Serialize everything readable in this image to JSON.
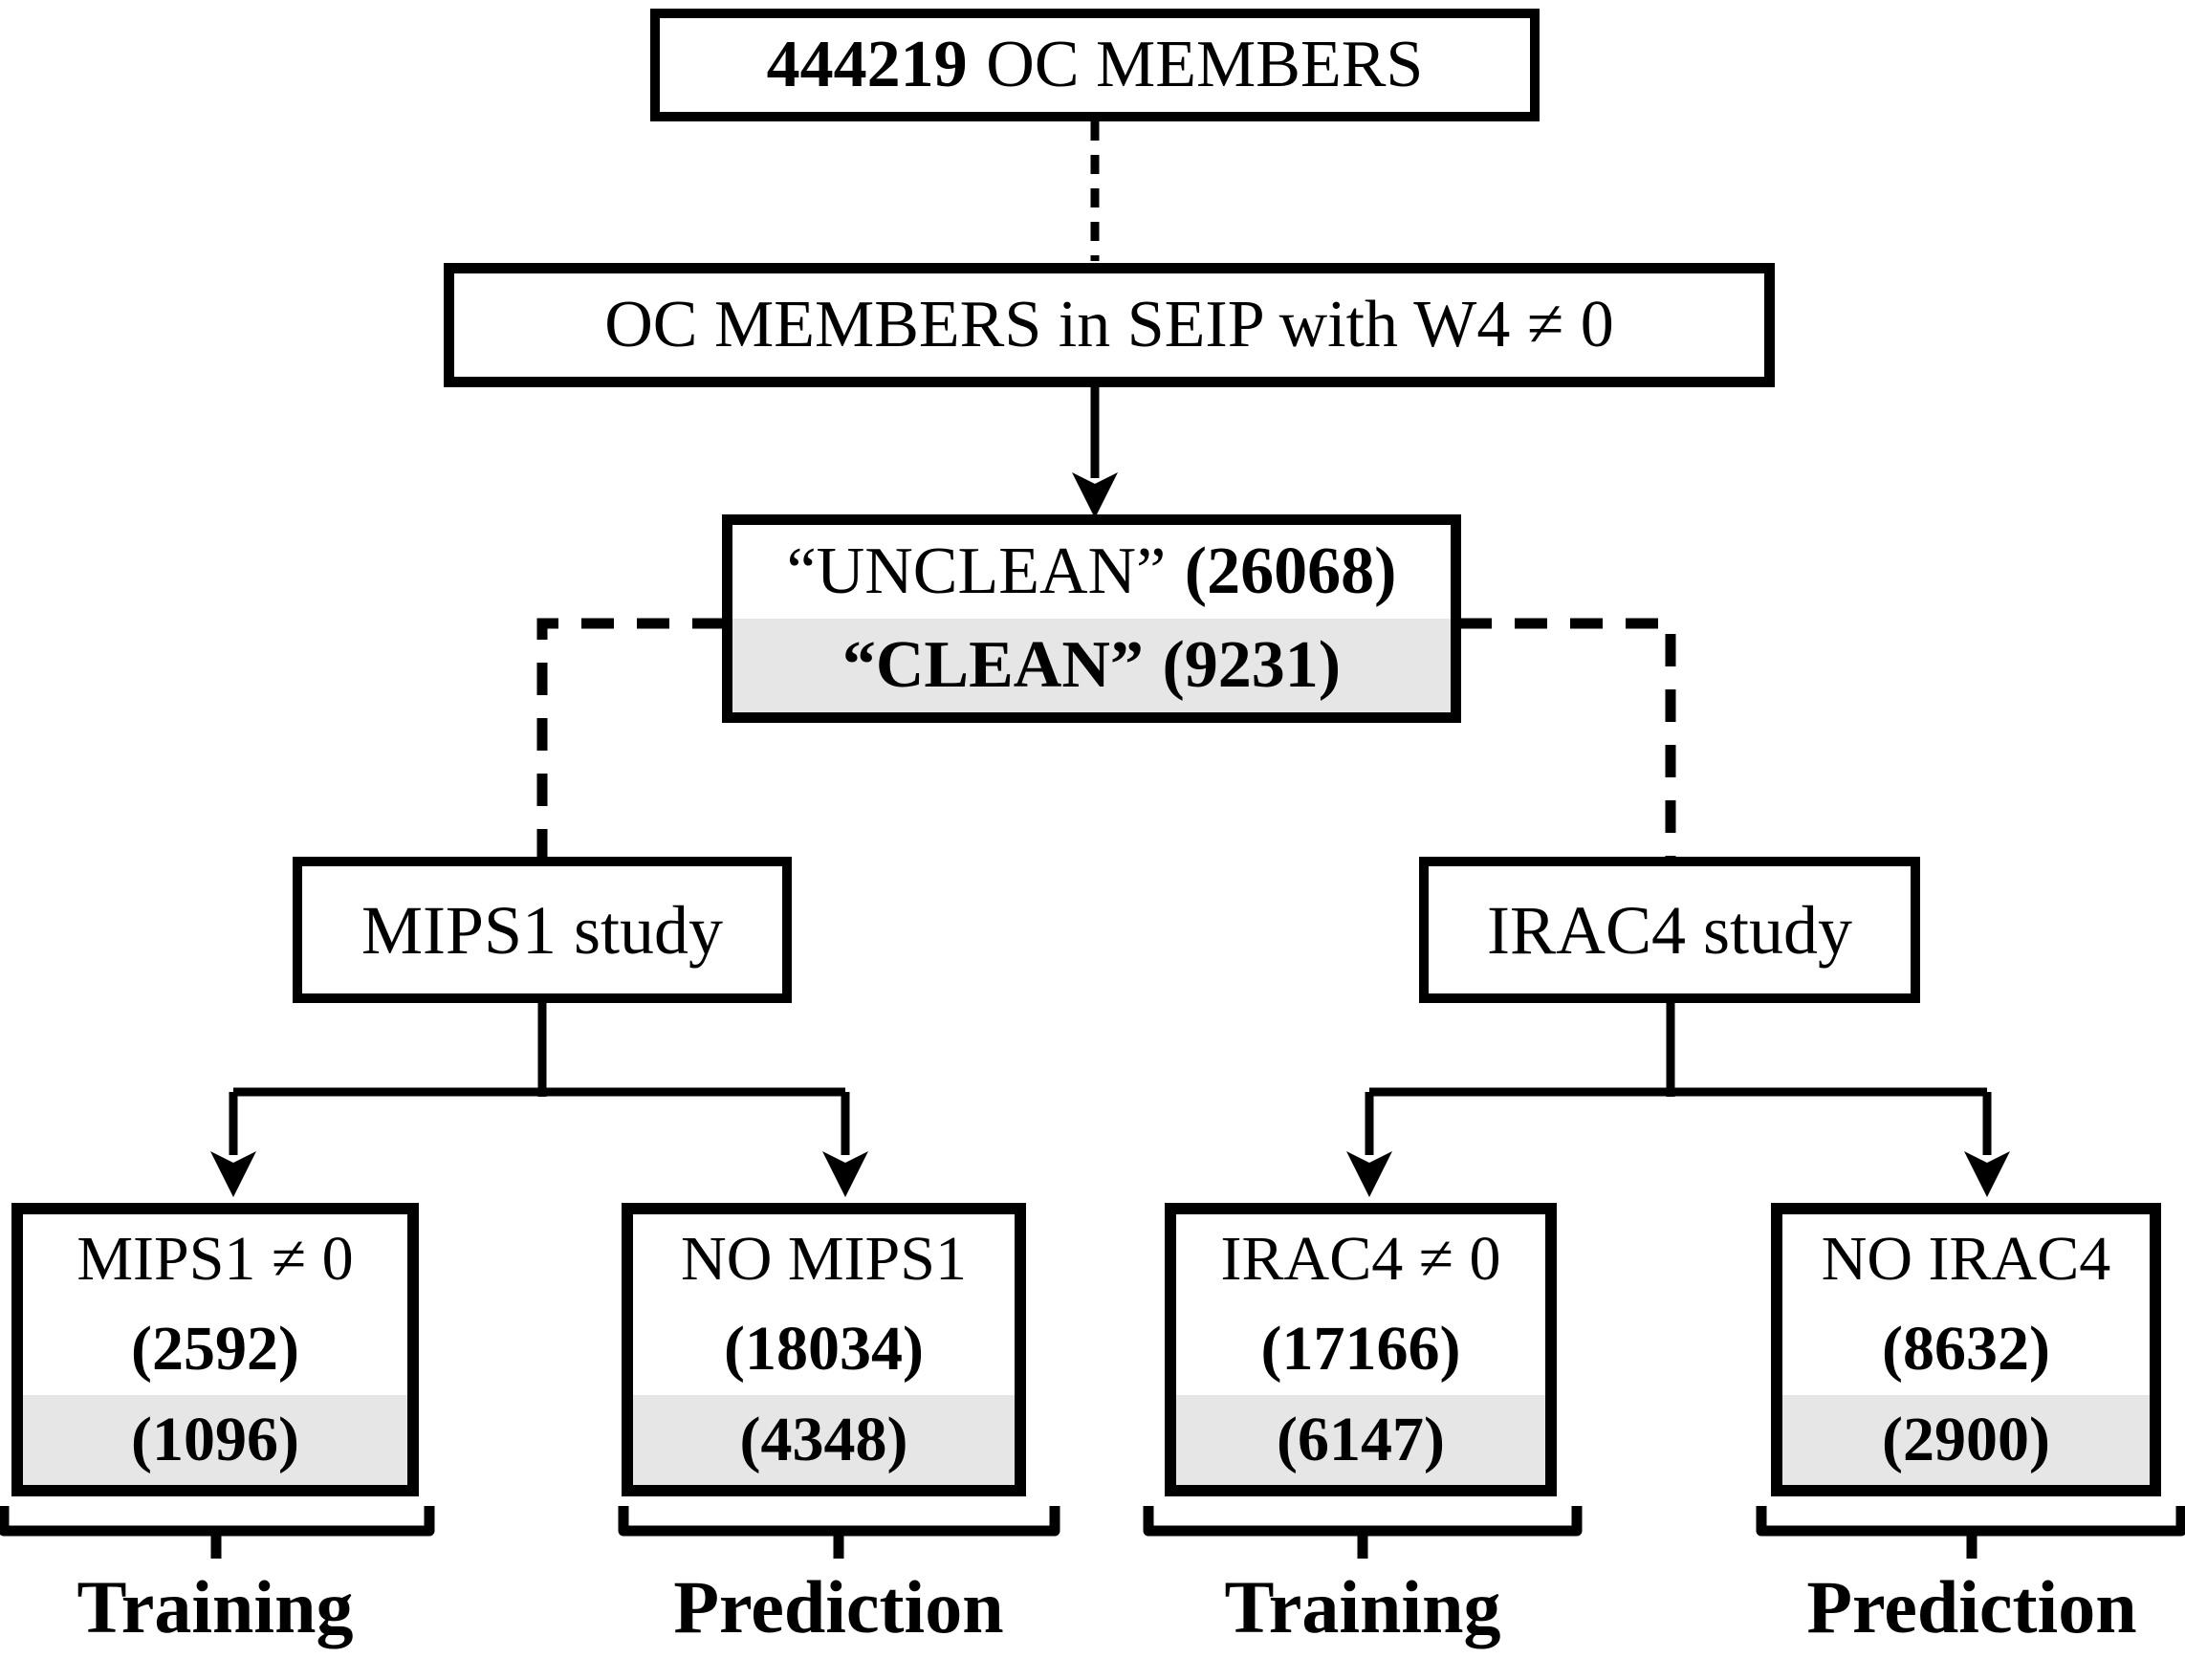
{
  "diagram": {
    "colors": {
      "ink": "#000000",
      "clean_fill": "#e6e6e6",
      "box_fill": "#ffffff"
    },
    "root_box": {
      "count": "444219",
      "label": "OC MEMBERS"
    },
    "seip_box": {
      "label": "OC MEMBERS in SEIP with W4 ≠ 0"
    },
    "split_box": {
      "unclean_label": "“UNCLEAN”",
      "unclean_count": "(26068)",
      "clean_label": "“CLEAN”",
      "clean_count": "(9231)"
    },
    "studies": [
      {
        "label": "MIPS1 study"
      },
      {
        "label": "IRAC4 study"
      }
    ],
    "leaves": [
      {
        "title": "MIPS1 ≠ 0",
        "unclean_count": "(2592)",
        "clean_count": "(1096)",
        "role": "Training"
      },
      {
        "title": "NO MIPS1",
        "unclean_count": "(18034)",
        "clean_count": "(4348)",
        "role": "Prediction"
      },
      {
        "title": "IRAC4 ≠ 0",
        "unclean_count": "(17166)",
        "clean_count": "(6147)",
        "role": "Training"
      },
      {
        "title": "NO IRAC4",
        "unclean_count": "(8632)",
        "clean_count": "(2900)",
        "role": "Prediction"
      }
    ]
  }
}
